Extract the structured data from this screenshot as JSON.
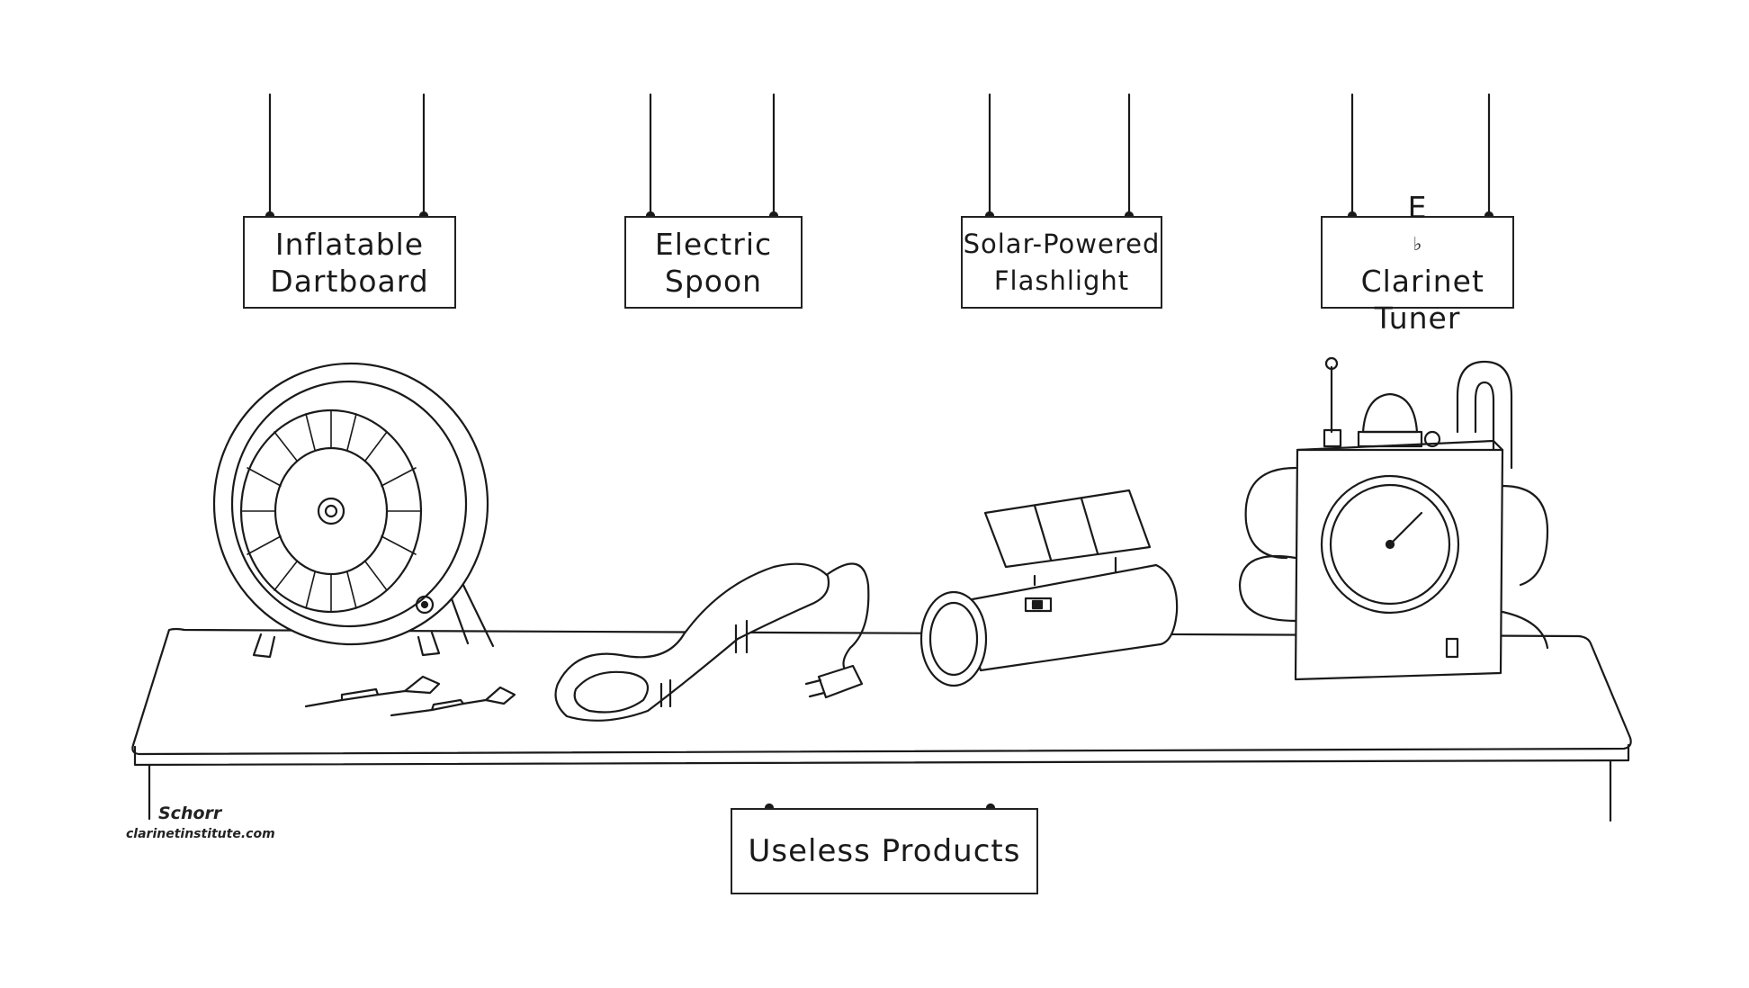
{
  "signs": [
    {
      "line1": "Inflatable",
      "line2": "Dartboard"
    },
    {
      "line1": "Electric",
      "line2": "Spoon"
    },
    {
      "line1": "Solar-Powered",
      "line2": "Flashlight"
    },
    {
      "line1_prefix": "E",
      "line1_flat": "♭",
      "line1_rest": " Clarinet",
      "line2": "Tuner"
    }
  ],
  "title": "Useless Products",
  "credit": {
    "artist": "Schorr",
    "site": "clarinetinstitute.com"
  },
  "colors": {
    "ink": "#1a1a1a",
    "paper": "#ffffff"
  }
}
